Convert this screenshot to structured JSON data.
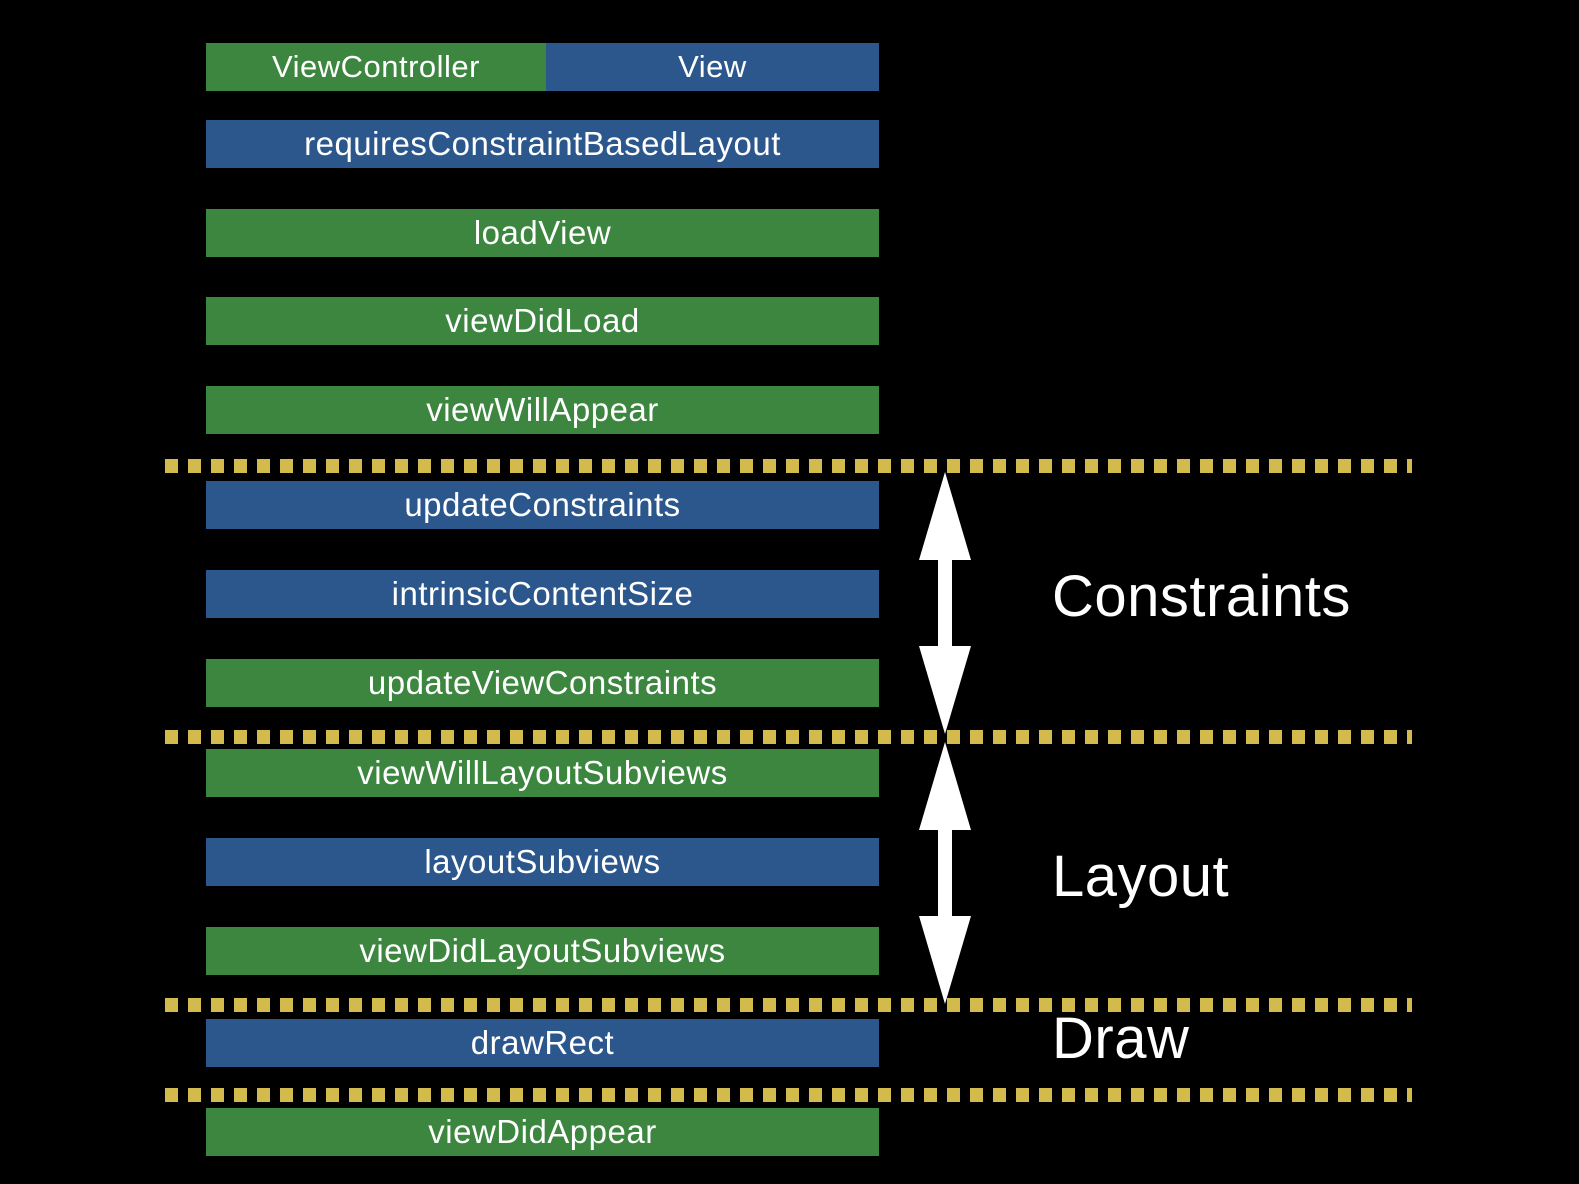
{
  "diagram": {
    "colors": {
      "background": "#000000",
      "viewcontroller_green": "#3c8640",
      "view_blue": "#2c578c",
      "divider_yellow": "#d2ba4c",
      "text_white": "#ffffff"
    },
    "legend": {
      "viewcontroller": {
        "label": "ViewController",
        "color": "green"
      },
      "view": {
        "label": "View",
        "color": "blue"
      }
    },
    "rows": [
      {
        "label": "requiresConstraintBasedLayout",
        "color": "blue"
      },
      {
        "label": "loadView",
        "color": "green"
      },
      {
        "label": "viewDidLoad",
        "color": "green"
      },
      {
        "label": "viewWillAppear",
        "color": "green"
      },
      {
        "label": "updateConstraints",
        "color": "blue"
      },
      {
        "label": "intrinsicContentSize",
        "color": "blue"
      },
      {
        "label": "updateViewConstraints",
        "color": "green"
      },
      {
        "label": "viewWillLayoutSubviews",
        "color": "green"
      },
      {
        "label": "layoutSubviews",
        "color": "blue"
      },
      {
        "label": "viewDidLayoutSubviews",
        "color": "green"
      },
      {
        "label": "drawRect",
        "color": "blue"
      },
      {
        "label": "viewDidAppear",
        "color": "green"
      }
    ],
    "phases": [
      {
        "label": "Constraints"
      },
      {
        "label": "Layout"
      },
      {
        "label": "Draw"
      }
    ]
  }
}
